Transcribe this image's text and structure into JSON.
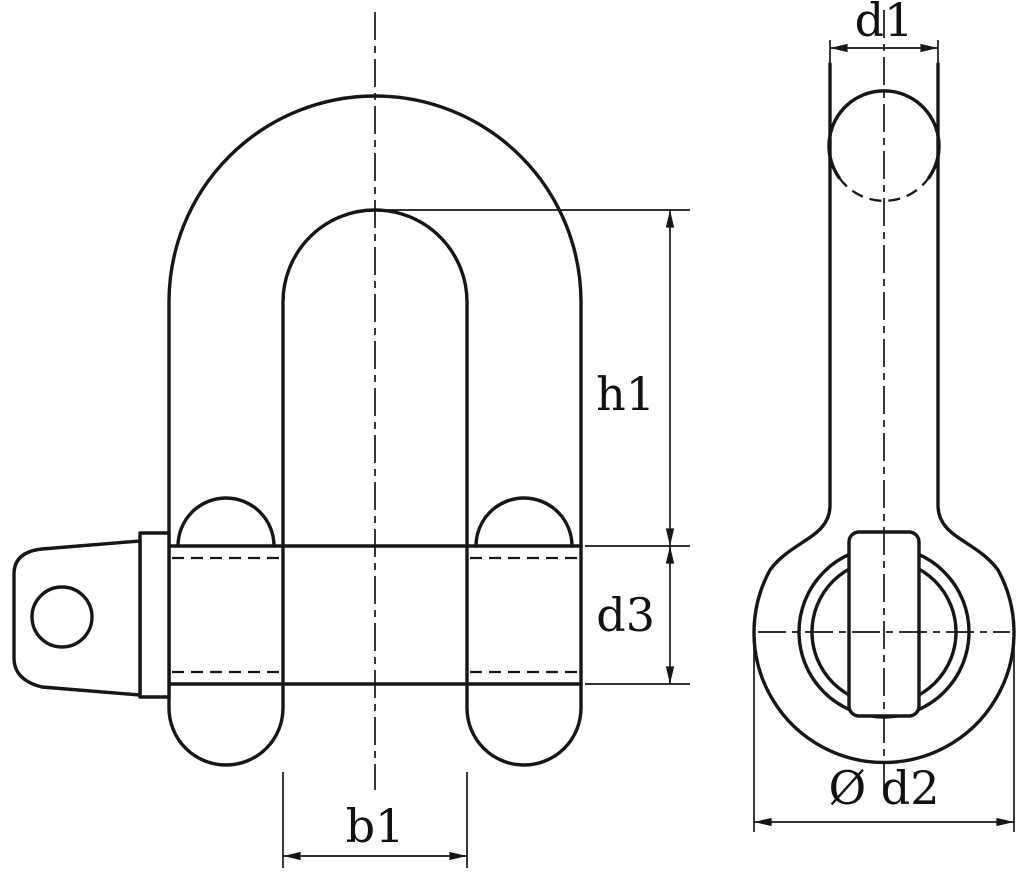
{
  "page": {
    "background_color": "#ffffff",
    "line_color": "#161616",
    "label_color": "#111111"
  },
  "drawing": {
    "type": "technical-drawing",
    "subject": "dee-shackle-with-screw-pin",
    "views": 2,
    "labels": {
      "d1": "d1",
      "h1": "h1",
      "d3": "d3",
      "b1": "b1",
      "d2": "Ø d2"
    }
  }
}
